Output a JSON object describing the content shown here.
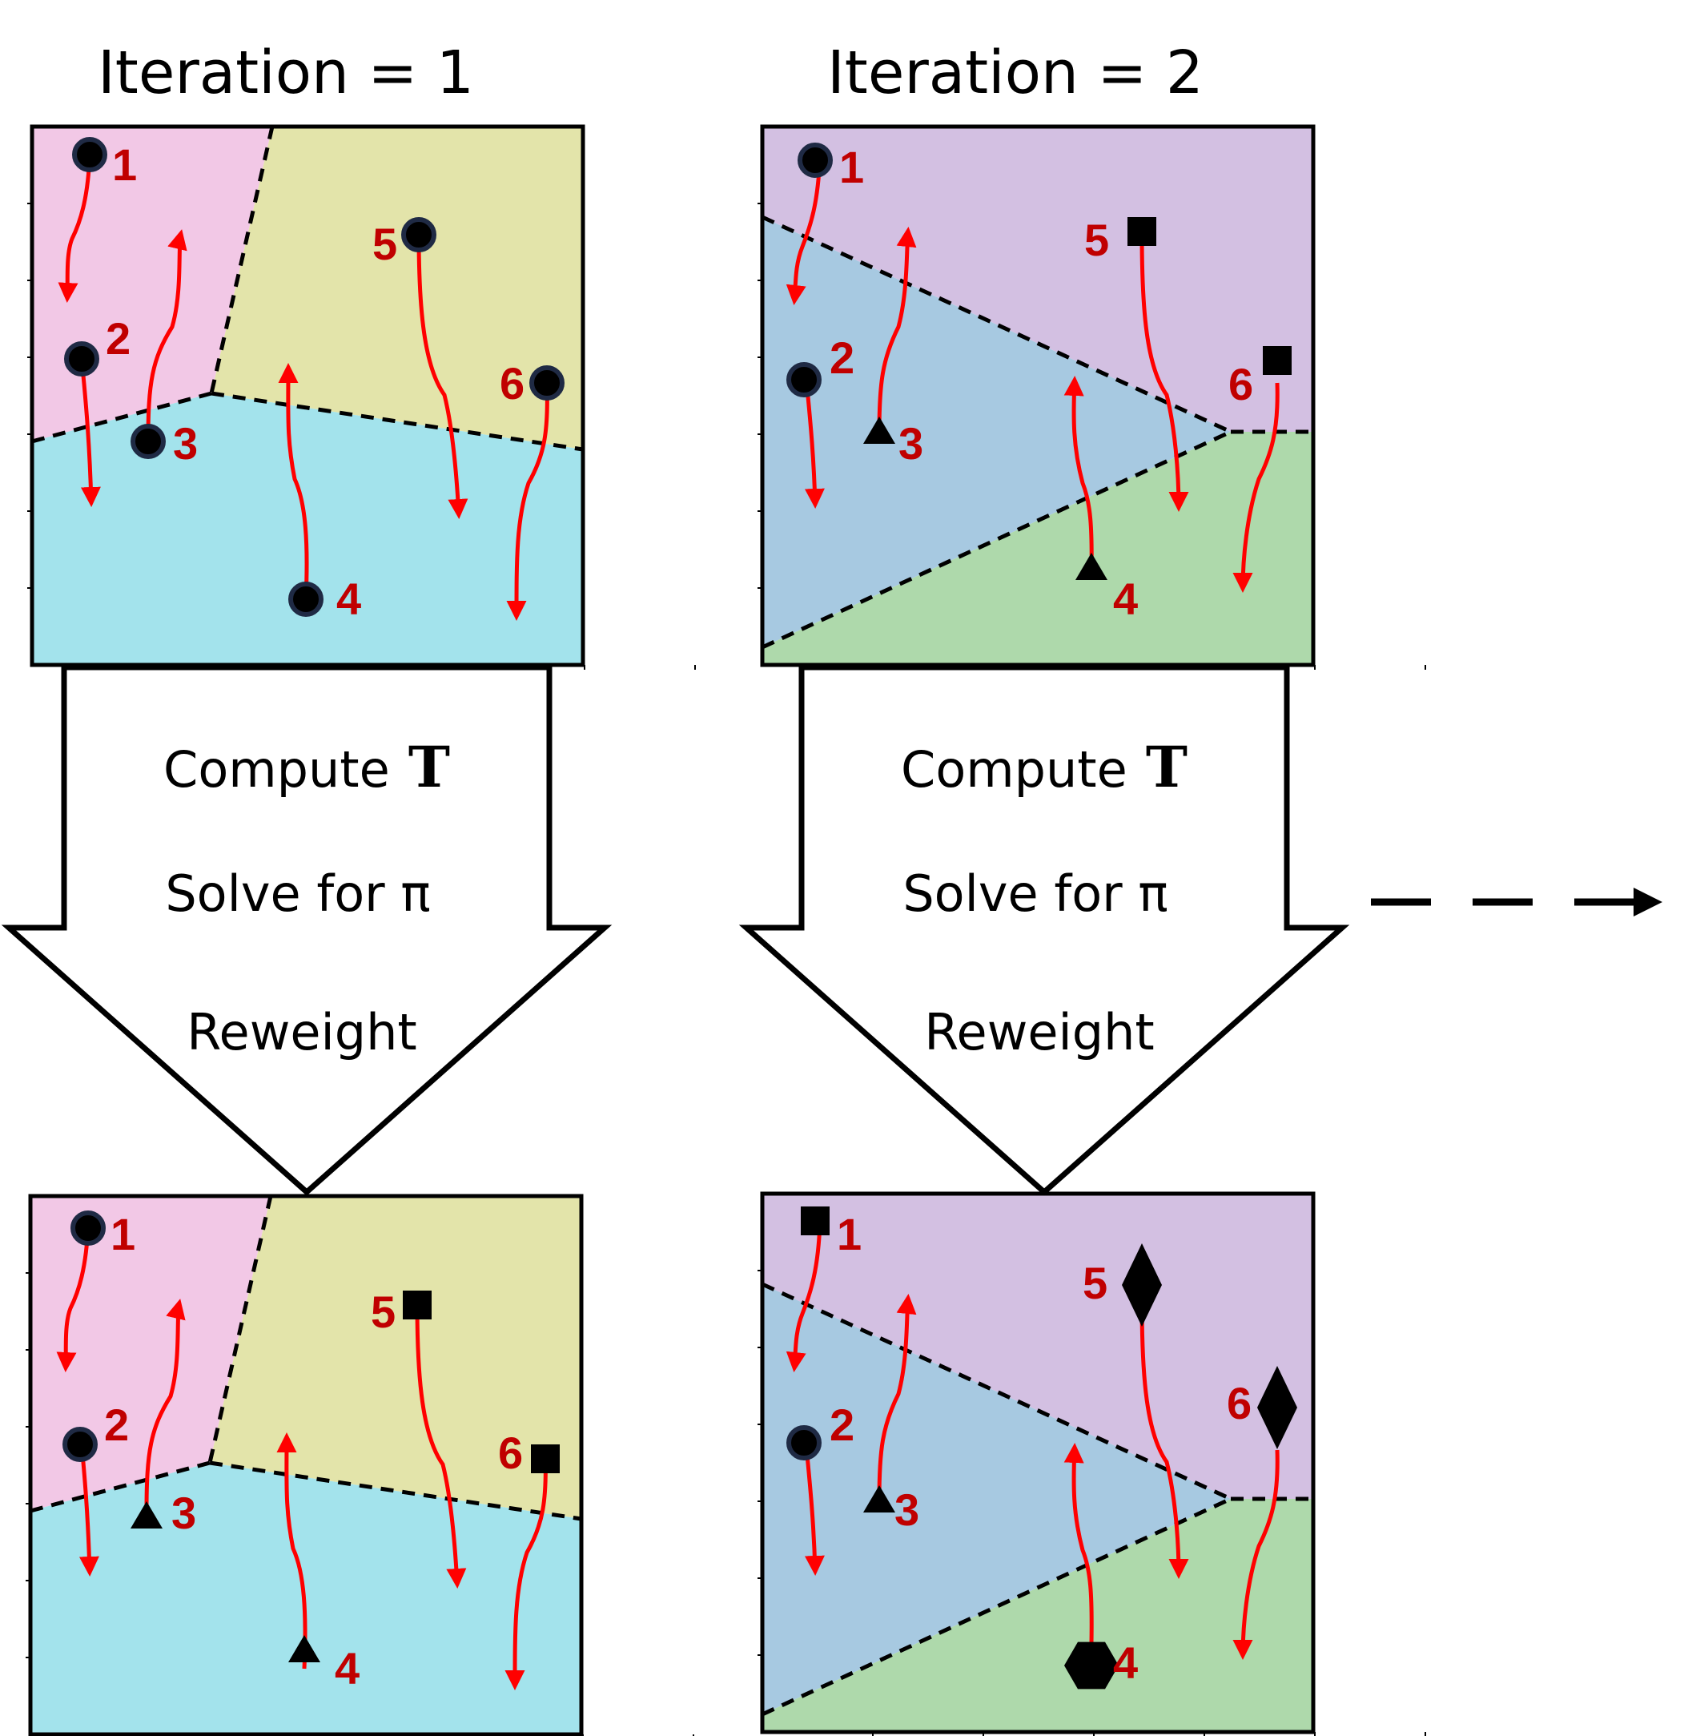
{
  "titles": {
    "iter1": "Iteration = 1",
    "iter2": "Iteration = 2"
  },
  "steps": {
    "compute": "Compute",
    "compute_symbol": "T",
    "solve": "Solve for π",
    "reweight": "Reweight"
  },
  "point_labels": [
    "1",
    "2",
    "3",
    "4",
    "5",
    "6"
  ],
  "colors": {
    "pink_region": "#f2c8e6",
    "yellow_region": "#e3e4aa",
    "cyan_region": "#a3e3ec",
    "purple_region": "#d3c0e2",
    "blue_region": "#a7c9e1",
    "green_region": "#aed9ab",
    "trajectory": "#ff0000",
    "label": "#c00000",
    "marker": "#000000",
    "marker_ring": "#1f2a44"
  },
  "markers": {
    "iter1_before": [
      "circle",
      "circle",
      "circle",
      "circle",
      "circle",
      "circle"
    ],
    "iter1_after": [
      "circle",
      "circle",
      "triangle",
      "triangle",
      "square",
      "square"
    ],
    "iter2_before": [
      "circle",
      "circle",
      "triangle",
      "triangle",
      "square",
      "square"
    ],
    "iter2_after": [
      "square",
      "circle",
      "triangle",
      "hexagon",
      "diamond",
      "diamond"
    ]
  },
  "icons": {
    "continue_arrow": "dashed-right-arrow-icon",
    "step_arrow": "down-block-arrow-icon"
  }
}
